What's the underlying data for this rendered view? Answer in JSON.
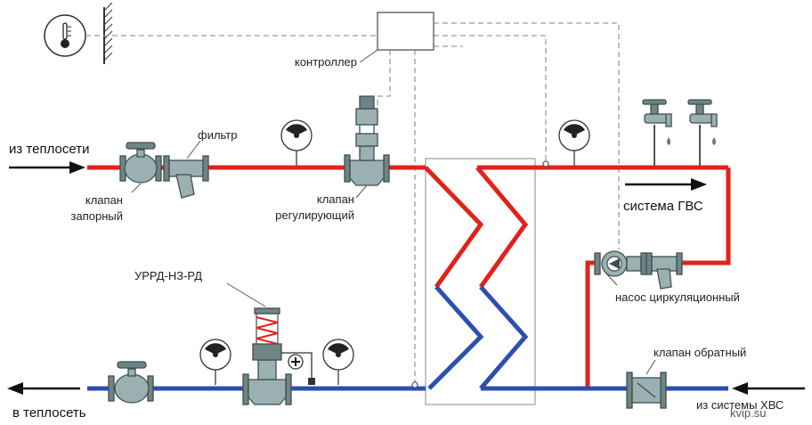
{
  "labels": {
    "from_network": "из теплосети",
    "to_network": "в теплосеть",
    "filter": "фильтр",
    "shutoff_valve_line1": "клапан",
    "shutoff_valve_line2": "запорный",
    "control_valve_line1": "клапан",
    "control_valve_line2": "регулирующий",
    "controller": "контроллер",
    "hot_water_system": "система ГВС",
    "circulation_pump": "насос циркуляционный",
    "check_valve": "клапан обратный",
    "from_cold_water": "из системы ХВС",
    "regulator": "УРРД-НЗ-РД",
    "watermark": "kvip.su"
  },
  "colors": {
    "hot_pipe": "#e0231c",
    "cold_pipe": "#2c4fb0",
    "equipment": "#9bb0b0",
    "signal_line": "#9a9a9a"
  }
}
